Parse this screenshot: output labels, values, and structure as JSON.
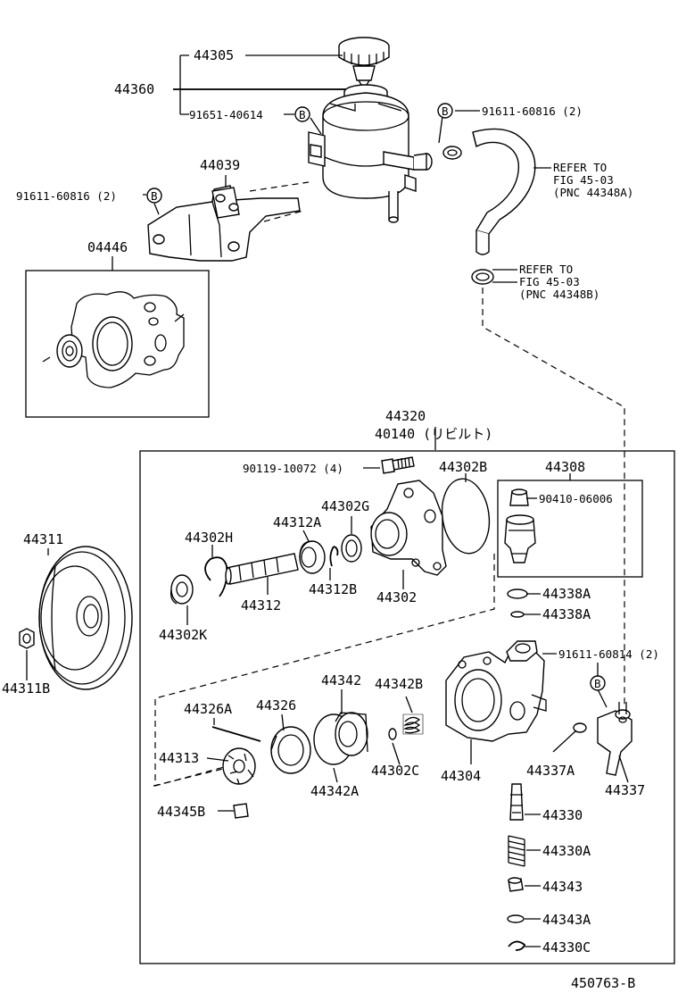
{
  "diagram_id": "450763-B",
  "labels": {
    "p44305": "44305",
    "p44360": "44360",
    "p91651_40614": "91651-40614",
    "p91611_60816_top": "91611-60816 (2)",
    "refer1_line1": "REFER TO",
    "refer1_line2": "FIG 45-03",
    "refer1_line3": "(PNC 44348A)",
    "p44039": "44039",
    "p91611_60816_left": "91611-60816 (2)",
    "p04446": "04446",
    "refer2_line1": "REFER TO",
    "refer2_line2": "FIG 45-03",
    "refer2_line3": "(PNC 44348B)",
    "p44320": "44320",
    "p40140": "40140 (リビルト)",
    "p90119_10072": "90119-10072 (4)",
    "p44302B": "44302B",
    "p44308": "44308",
    "p90410_06006": "90410-06006",
    "p44302G": "44302G",
    "p44312A": "44312A",
    "p44302H": "44302H",
    "p44311": "44311",
    "p44312B": "44312B",
    "p44312": "44312",
    "p44302": "44302",
    "p44302K": "44302K",
    "p44338A_1": "44338A",
    "p44338A_2": "44338A",
    "p91611_60814": "91611-60814 (2)",
    "p44311B": "44311B",
    "p44342": "44342",
    "p44342B": "44342B",
    "p44326A": "44326A",
    "p44326": "44326",
    "p44313": "44313",
    "p44302C": "44302C",
    "p44304": "44304",
    "p44337A": "44337A",
    "p44337": "44337",
    "p44342A": "44342A",
    "p44345B": "44345B",
    "p44330": "44330",
    "p44330A": "44330A",
    "p44343": "44343",
    "p44343A": "44343A",
    "p44330C": "44330C",
    "marker_b": "B"
  }
}
